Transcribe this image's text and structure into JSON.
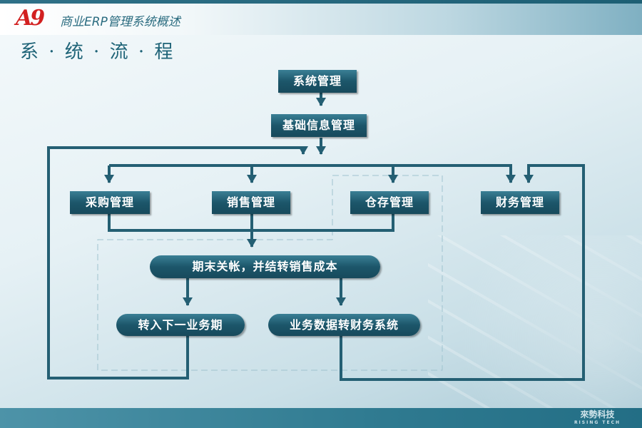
{
  "header": {
    "logo": "A9",
    "title": "商业ERP管理系统概述"
  },
  "page_title": "系 · 统 · 流 · 程",
  "nodes": {
    "system": "系统管理",
    "basic": "基础信息管理",
    "purchase": "采购管理",
    "sales": "销售管理",
    "inventory": "仓存管理",
    "finance": "财务管理",
    "closing": "期末关帐，并结转销售成本",
    "next_period": "转入下一业务期",
    "to_finance": "业务数据转财务系统"
  },
  "footer": {
    "brand": "來勢科技",
    "brand_en": "RISING TECH"
  },
  "colors": {
    "box": "#1c566a",
    "line": "#245f73",
    "logo": "#d22020"
  }
}
